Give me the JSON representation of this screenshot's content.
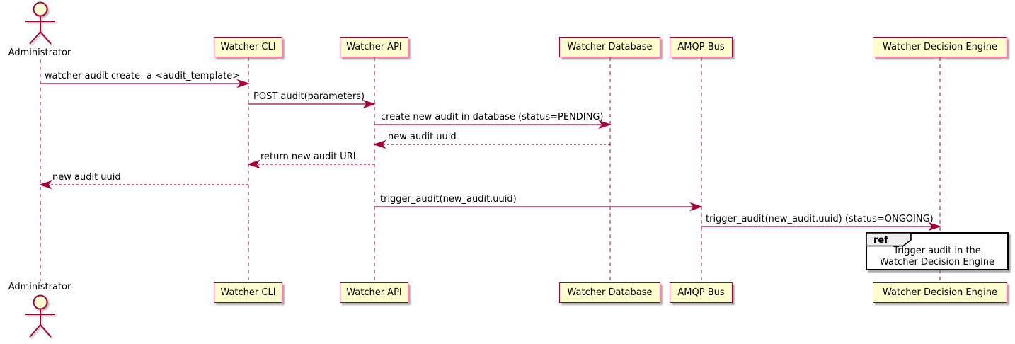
{
  "diagram": {
    "type": "sequence",
    "participants": [
      {
        "name": "Administrator",
        "kind": "actor"
      },
      {
        "name": "Watcher CLI",
        "kind": "participant"
      },
      {
        "name": "Watcher API",
        "kind": "participant"
      },
      {
        "name": "Watcher Database",
        "kind": "participant"
      },
      {
        "name": "AMQP Bus",
        "kind": "participant"
      },
      {
        "name": "Watcher Decision Engine",
        "kind": "participant"
      }
    ],
    "messages": [
      {
        "from": "Administrator",
        "to": "Watcher CLI",
        "label": "watcher audit create -a <audit_template>",
        "style": "solid"
      },
      {
        "from": "Watcher CLI",
        "to": "Watcher API",
        "label": "POST audit(parameters)",
        "style": "solid"
      },
      {
        "from": "Watcher API",
        "to": "Watcher Database",
        "label": "create new audit in database (status=PENDING)",
        "style": "solid"
      },
      {
        "from": "Watcher Database",
        "to": "Watcher API",
        "label": "new audit uuid",
        "style": "dashed"
      },
      {
        "from": "Watcher API",
        "to": "Watcher CLI",
        "label": "return new audit URL",
        "style": "dashed"
      },
      {
        "from": "Watcher CLI",
        "to": "Administrator",
        "label": "new audit uuid",
        "style": "dashed"
      },
      {
        "from": "Watcher API",
        "to": "AMQP Bus",
        "label": "trigger_audit(new_audit.uuid)",
        "style": "solid"
      },
      {
        "from": "AMQP Bus",
        "to": "Watcher Decision Engine",
        "label": "trigger_audit(new_audit.uuid) (status=ONGOING)",
        "style": "solid"
      }
    ],
    "ref": {
      "keyword": "ref",
      "over": "Watcher Decision Engine",
      "lines": [
        "Trigger audit in the",
        "Watcher Decision Engine"
      ]
    },
    "colors": {
      "stroke": "#A80036",
      "participant_fill": "#FEFECE",
      "text": "#000000",
      "ref_border": "#000000",
      "ref_header_fill": "#EEEEEE",
      "background": "#FFFFFF"
    }
  }
}
